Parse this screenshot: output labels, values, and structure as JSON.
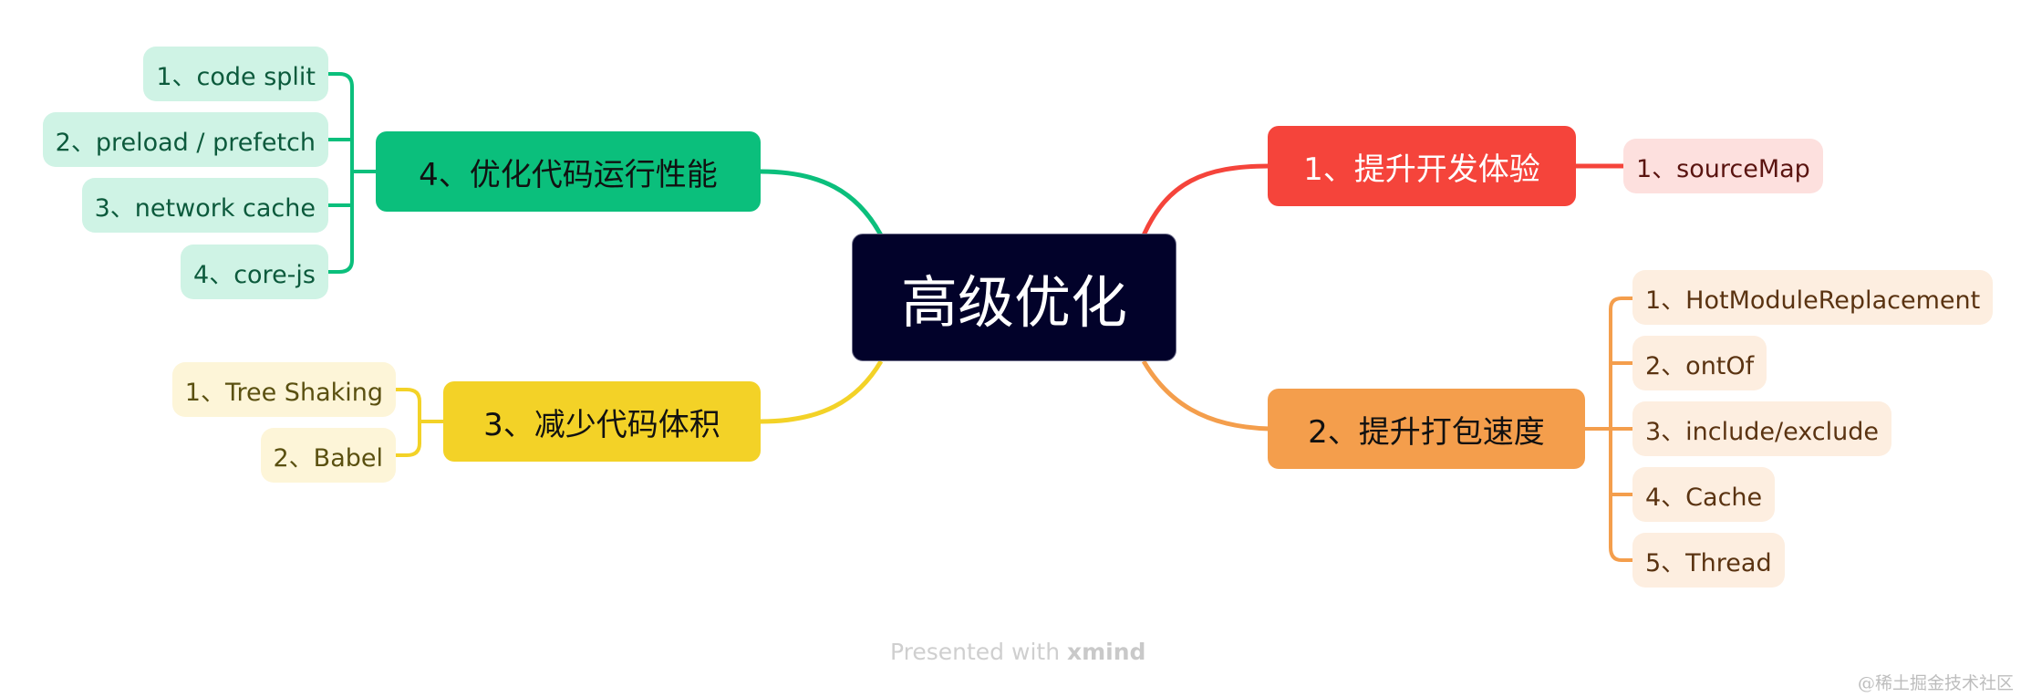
{
  "central_topic": {
    "label": "高级优化",
    "bg": "#02022a",
    "text_color": "#ffffff"
  },
  "branches": [
    {
      "label": "1、提升开发体验",
      "color": "#f5443b",
      "text_color": "#ffffff",
      "leaf_bg": "#fde0de",
      "leaf_text": "#5a1410",
      "children": [
        {
          "label": "1、sourceMap"
        }
      ]
    },
    {
      "label": "2、提升打包速度",
      "color": "#f49e4c",
      "text_color": "#111111",
      "leaf_bg": "#fdeee0",
      "leaf_text": "#5a3311",
      "children": [
        {
          "label": "1、HotModuleReplacement"
        },
        {
          "label": "2、ontOf"
        },
        {
          "label": "3、include/exclude"
        },
        {
          "label": "4、Cache"
        },
        {
          "label": "5、Thread"
        }
      ]
    },
    {
      "label": "3、减少代码体积",
      "color": "#f3d227",
      "text_color": "#111111",
      "leaf_bg": "#fdf5d8",
      "leaf_text": "#5a5010",
      "children": [
        {
          "label": "1、Tree Shaking"
        },
        {
          "label": "2、Babel"
        }
      ]
    },
    {
      "label": "4、优化代码运行性能",
      "color": "#0bbf7c",
      "text_color": "#111111",
      "leaf_bg": "#cff3e5",
      "leaf_text": "#0c5a3c",
      "children": [
        {
          "label": "1、code split"
        },
        {
          "label": "2、preload / prefetch"
        },
        {
          "label": "3、network cache"
        },
        {
          "label": "4、core-js"
        }
      ]
    }
  ],
  "footer": {
    "presented_with": "Presented with",
    "brand": "xmind"
  },
  "watermark": "@稀土掘金技术社区"
}
